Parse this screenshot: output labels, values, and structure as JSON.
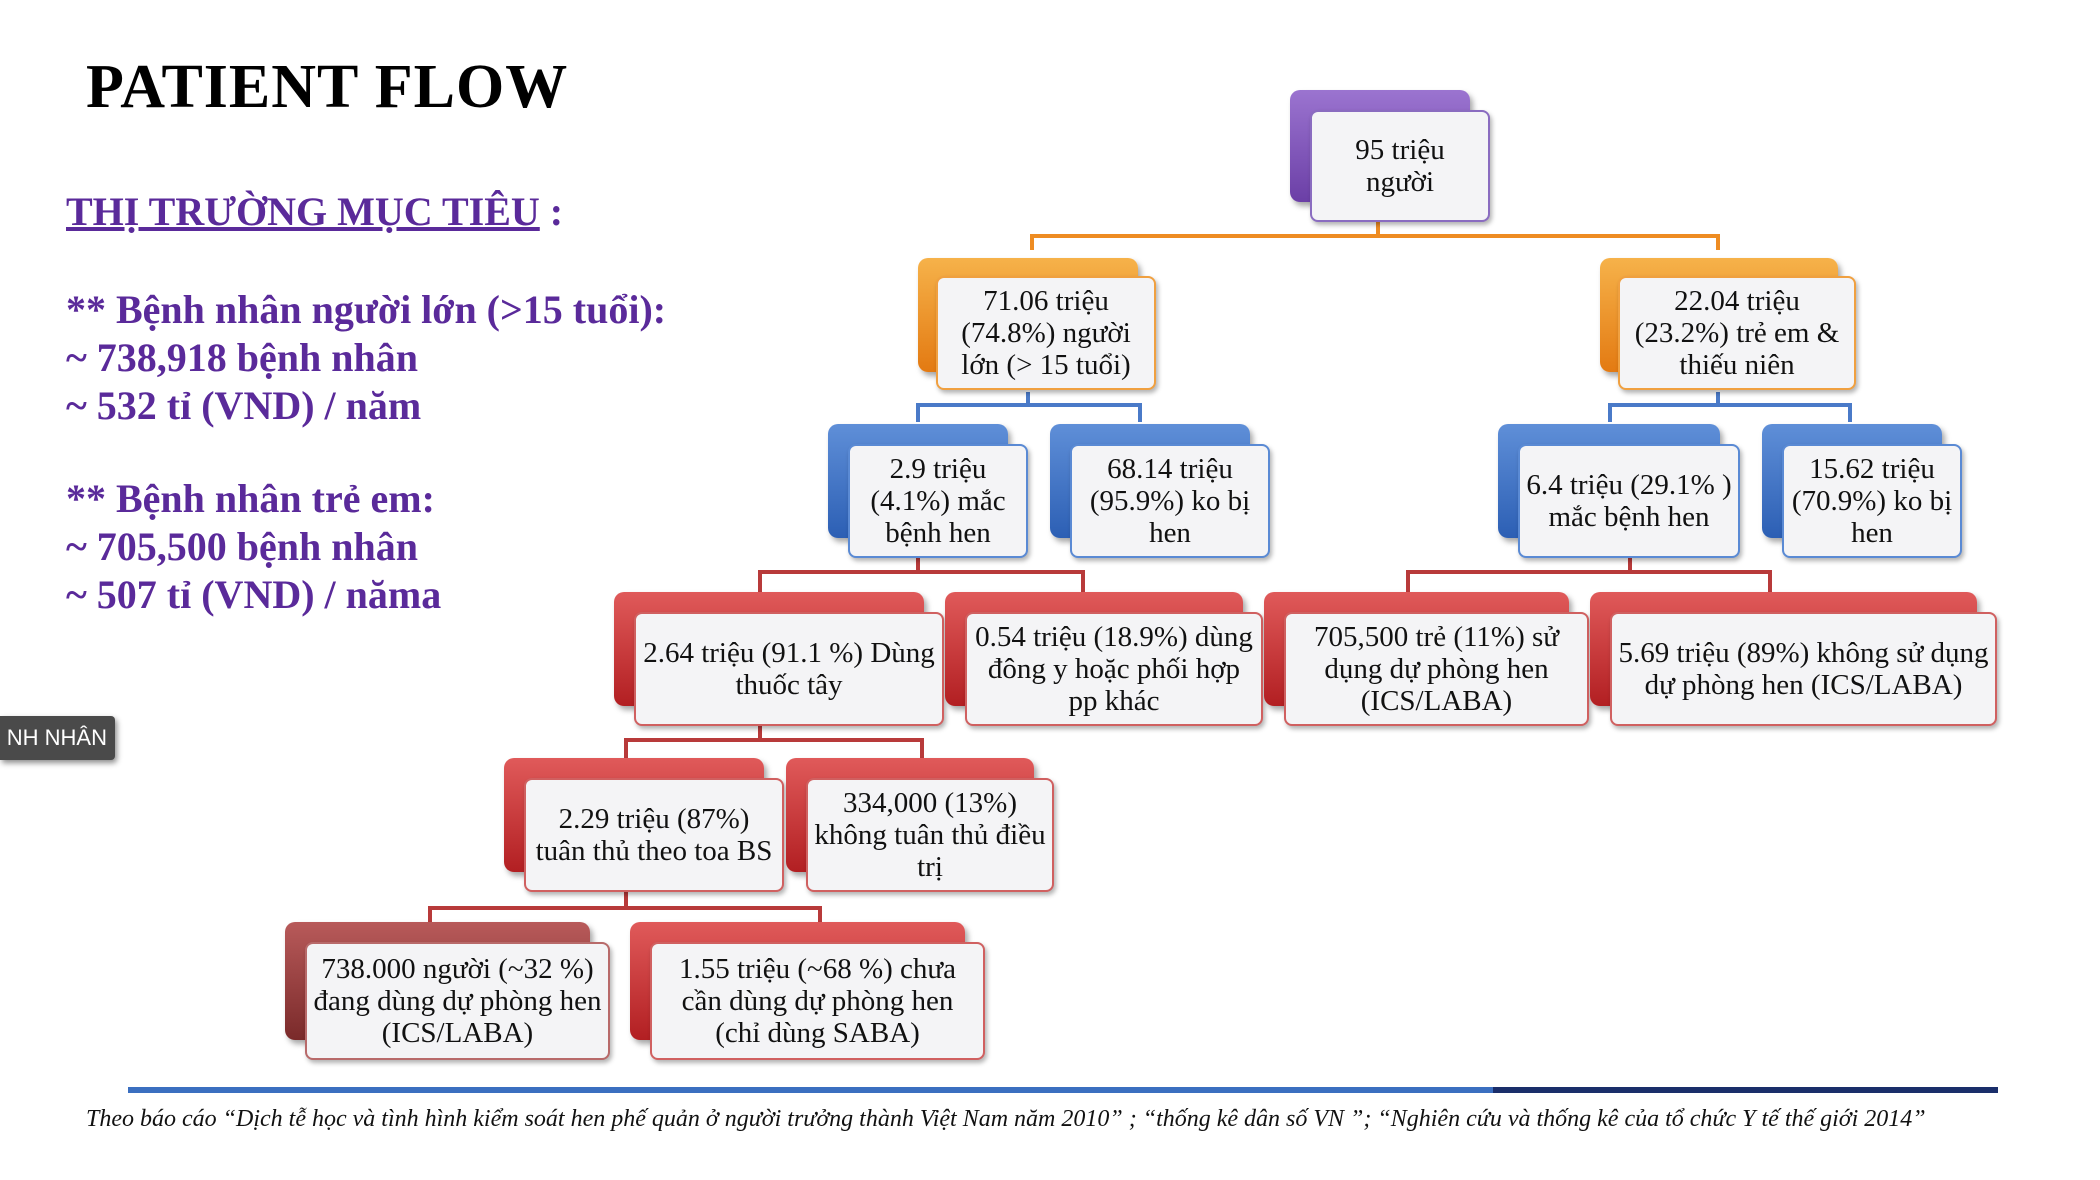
{
  "title": "PATIENT FLOW",
  "left": {
    "heading": "THỊ TRƯỜNG MỤC TIÊU",
    "heading_suffix": " :",
    "adult_heading": "** Bệnh nhân người lớn (>15 tuổi):",
    "adult_patients": "~ 738,918 bệnh nhân",
    "adult_value": "~ 532  tỉ (VND) / năm",
    "child_heading": "** Bệnh nhân trẻ em:",
    "child_patients": "~ 705,500 bệnh nhân",
    "child_value": "~ 507 tỉ (VND) / năma"
  },
  "side_tab": "NH NHÂN",
  "nodes": {
    "root": "95 triệu người",
    "adults": "71.06 triệu (74.8%) người lớn (> 15 tuổi)",
    "children": "22.04 triệu (23.2%) trẻ em & thiếu niên",
    "adult_asthma": "2.9 triệu (4.1%) mắc bệnh hen",
    "adult_no_asthma": "68.14 triệu (95.9%) ko bị hen",
    "child_asthma": "6.4 triệu (29.1% ) mắc bệnh hen",
    "child_no_asthma": "15.62 triệu (70.9%) ko bị hen",
    "western_medicine": "2.64 triệu (91.1 %) Dùng thuốc tây",
    "eastern_medicine": "0.54 triệu (18.9%) dùng đông y hoặc phối hợp pp khác",
    "child_preventive": "705,500  trẻ (11%) sử dụng dự phòng hen (ICS/LABA)",
    "child_no_preventive": "5.69 triệu (89%) không sử dụng dự phòng hen (ICS/LABA)",
    "compliant": "2.29 triệu (87%) tuân thủ theo toa BS",
    "non_compliant": "334,000 (13%) không tuân thủ điều trị",
    "using_preventive": "738.000 người (~32 %) đang dùng dự phòng hen (ICS/LABA)",
    "not_preventive": "1.55 triệu (~68 %) chưa  cần dùng dự phòng hen (chỉ dùng SABA)"
  },
  "footnote": "Theo báo cáo “Dịch tễ học và tình hình kiểm soát hen phế quản ở người trưởng thành Việt Nam năm 2010” ; “thống kê dân số VN ”; “Nghiên cứu và thống kê của tổ chức Y tế thế giới 2014”",
  "colors": {
    "purple": "#7b4fb6",
    "orange": "#ee8c22",
    "blue": "#3a6cc0",
    "red": "#c0292c",
    "dark_red": "#8b3535",
    "left_text": "#5a2a9a"
  }
}
